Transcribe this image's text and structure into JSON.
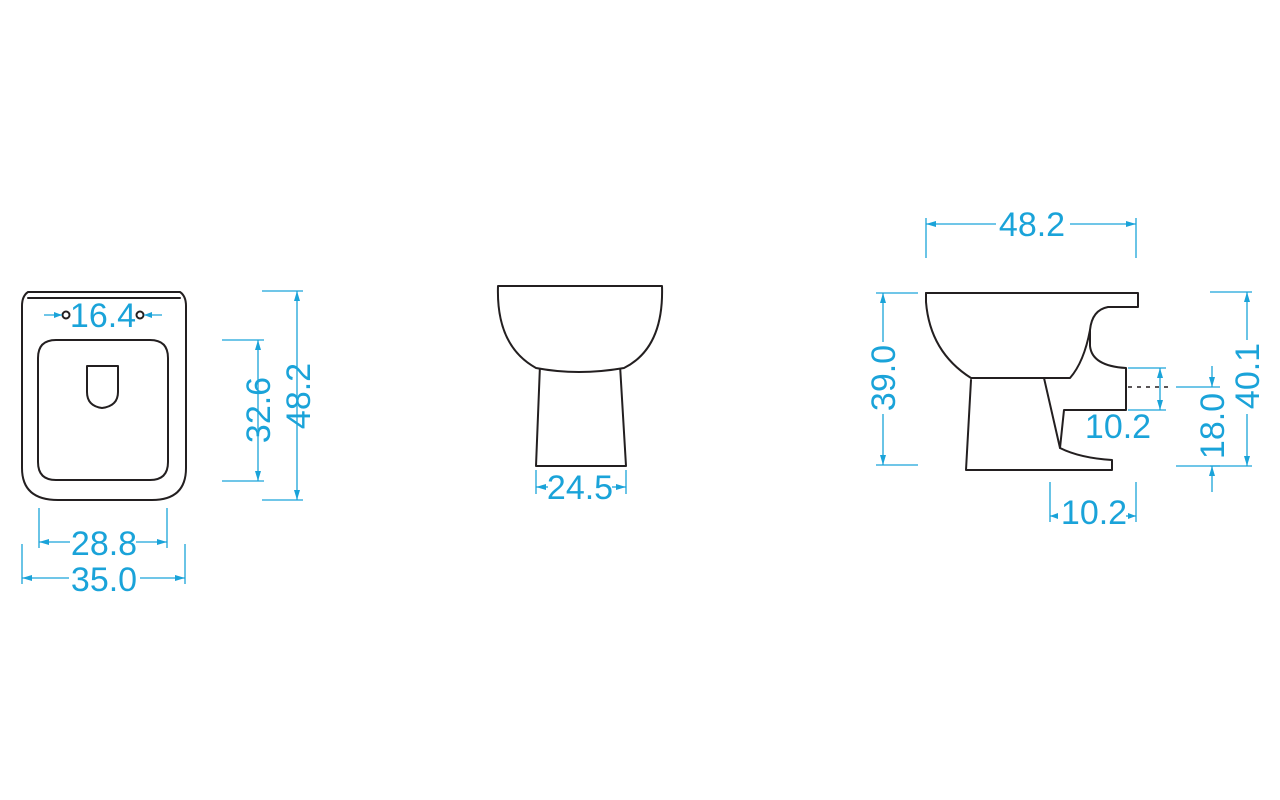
{
  "colors": {
    "outline": "#231f20",
    "dimension": "#1aa3d9",
    "background": "#ffffff"
  },
  "top_view": {
    "fixing_holes": "16.4",
    "seat_depth": "32.6",
    "overall_depth": "48.2",
    "seat_width": "28.8",
    "overall_width": "35.0"
  },
  "front_view": {
    "base_width": "24.5"
  },
  "side_view": {
    "overall_length": "48.2",
    "height": "39.0",
    "outlet_height": "40.1",
    "outlet_center": "18.0",
    "outlet_diameter": "10.2",
    "outlet_projection": "10.2"
  }
}
